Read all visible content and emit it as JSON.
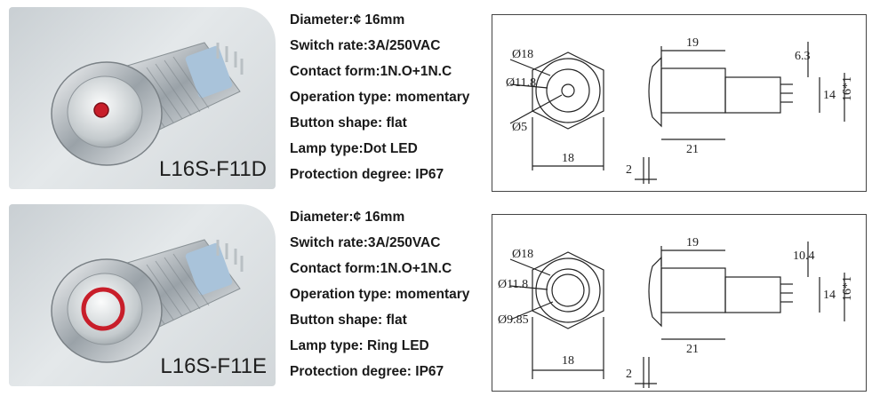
{
  "products": [
    {
      "model": "L16S-F11D",
      "lamp_color": "#c81e2a",
      "lamp_style": "dot",
      "specs": [
        {
          "label": "Diameter:",
          "value": "¢ 16mm"
        },
        {
          "label": "Switch rate:",
          "value": "3A/250VAC"
        },
        {
          "label": "Contact form:",
          "value": "1N.O+1N.C"
        },
        {
          "label": "Operation type:",
          "value": " momentary"
        },
        {
          "label": "Button shape:",
          "value": " flat"
        },
        {
          "label": "Lamp type:",
          "value": "Dot LED"
        },
        {
          "label": "Protection degree:",
          "value": " IP67"
        }
      ],
      "drawing": {
        "d_outer": "Ø18",
        "d_mid": "Ø11.8",
        "d_inner": "Ø5",
        "width_front": "18",
        "gap": "2",
        "len_top": "19",
        "len_bottom": "21",
        "side_top": "6.3",
        "side_mid": "14",
        "side_right": "16*1"
      }
    },
    {
      "model": "L16S-F11E",
      "lamp_color": "#c81e2a",
      "lamp_style": "ring",
      "specs": [
        {
          "label": "Diameter:",
          "value": "¢ 16mm"
        },
        {
          "label": "Switch rate:",
          "value": "3A/250VAC"
        },
        {
          "label": "Contact form:",
          "value": "1N.O+1N.C"
        },
        {
          "label": "Operation type:",
          "value": " momentary"
        },
        {
          "label": "Button shape:",
          "value": " flat"
        },
        {
          "label": "Lamp type:",
          "value": " Ring LED"
        },
        {
          "label": "Protection degree:",
          "value": " IP67"
        }
      ],
      "drawing": {
        "d_outer": "Ø18",
        "d_mid": "Ø11.8",
        "d_inner": "Ø9.85",
        "width_front": "18",
        "gap": "2",
        "len_top": "19",
        "len_bottom": "21",
        "side_top": "10.4",
        "side_mid": "14",
        "side_right": "16*1"
      }
    }
  ]
}
